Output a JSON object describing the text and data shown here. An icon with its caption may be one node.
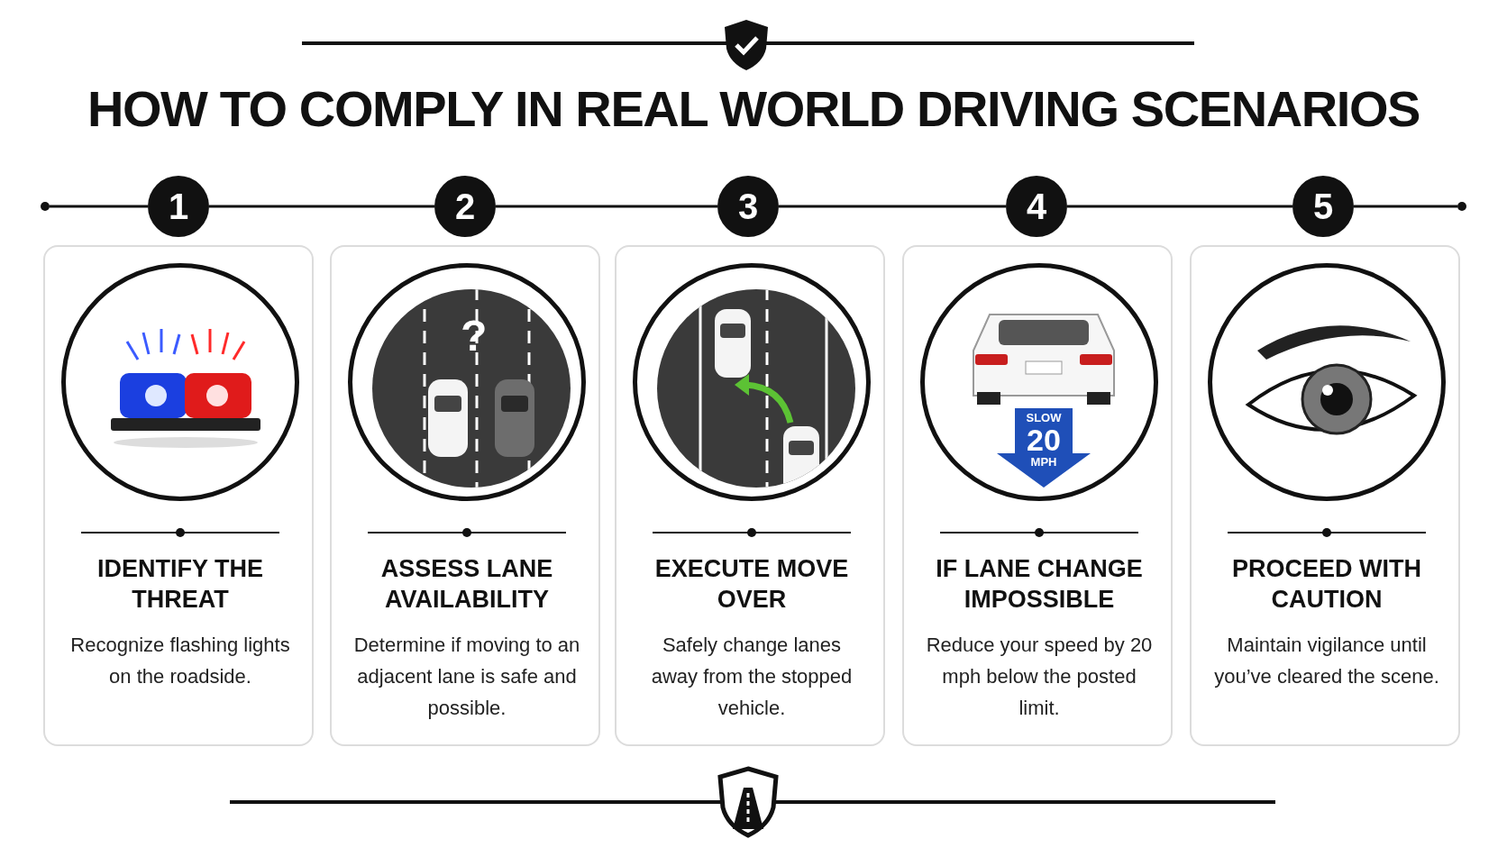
{
  "diagram": {
    "title": "HOW TO COMPLY IN REAL WORLD DRIVING SCENARIOS",
    "nodes": [
      {
        "text": [
          "1"
        ]
      },
      {
        "text": [
          "2"
        ]
      },
      {
        "text": [
          "3"
        ]
      },
      {
        "text": [
          "4"
        ]
      },
      {
        "text": [
          "5"
        ]
      },
      {
        "text": [
          "IDENTIFY THE THREAT",
          "Recognize flashing lights on the roadside."
        ]
      },
      {
        "text": [
          "ASSESS LANE AVAILABILITY",
          "Determine if moving to an adjacent lane is safe and possible."
        ]
      },
      {
        "text": [
          "EXECUTE MOVE OVER",
          "Safely change lanes away from the stopped vehicle."
        ]
      },
      {
        "text": [
          "IF LANE CHANGE IMPOSSIBLE",
          "Reduce your speed by 20 mph below the posted limit."
        ]
      },
      {
        "text": [
          "PROCEED WITH CAUTION",
          "Maintain vigilance until you’ve cleared the scene."
        ]
      },
      {
        "text": [],
        "shape": "circle"
      },
      {
        "text": [],
        "shape": "circle"
      }
    ],
    "edges": [
      {
        "from": 10,
        "to": 0,
        "arrow": "none"
      },
      {
        "from": 0,
        "to": 1,
        "arrow": "none"
      },
      {
        "from": 1,
        "to": 2,
        "arrow": "none"
      },
      {
        "from": 2,
        "to": 3,
        "arrow": "none"
      },
      {
        "from": 3,
        "to": 4,
        "arrow": "none"
      },
      {
        "from": 4,
        "to": 11,
        "arrow": "none"
      }
    ],
    "labels": [
      "?",
      "SLOW",
      "20",
      "MPH"
    ]
  }
}
